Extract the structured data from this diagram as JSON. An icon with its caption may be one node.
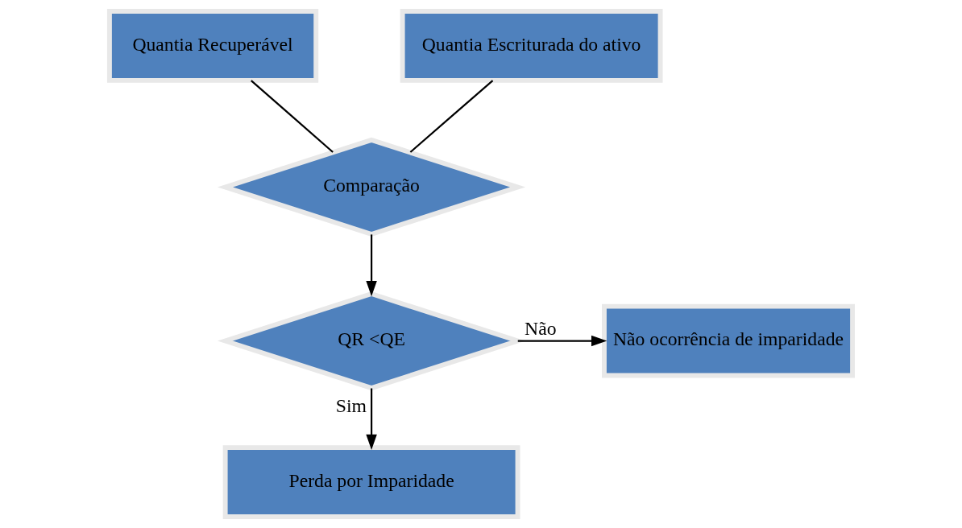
{
  "diagram": {
    "nodes": [
      {
        "text": [
          "Quantia Recuperável"
        ]
      },
      {
        "text": [
          "Quantia Escriturada do ativo"
        ]
      },
      {
        "text": [
          "Comparação"
        ]
      },
      {
        "text": [
          "QR <QE"
        ]
      },
      {
        "text": [
          "Não ocorrência de imparidade"
        ]
      },
      {
        "text": [
          "Perda por Imparidade"
        ]
      }
    ],
    "edges": [
      {
        "from": 0,
        "to": 2,
        "arrow": "none"
      },
      {
        "from": 1,
        "to": 2,
        "arrow": "none"
      },
      {
        "from": 2,
        "to": 3,
        "arrow": "to"
      },
      {
        "from": 3,
        "to": 4,
        "arrow": "to",
        "label": "Não"
      },
      {
        "from": 3,
        "to": 5,
        "arrow": "to",
        "label": "Sim"
      }
    ]
  }
}
